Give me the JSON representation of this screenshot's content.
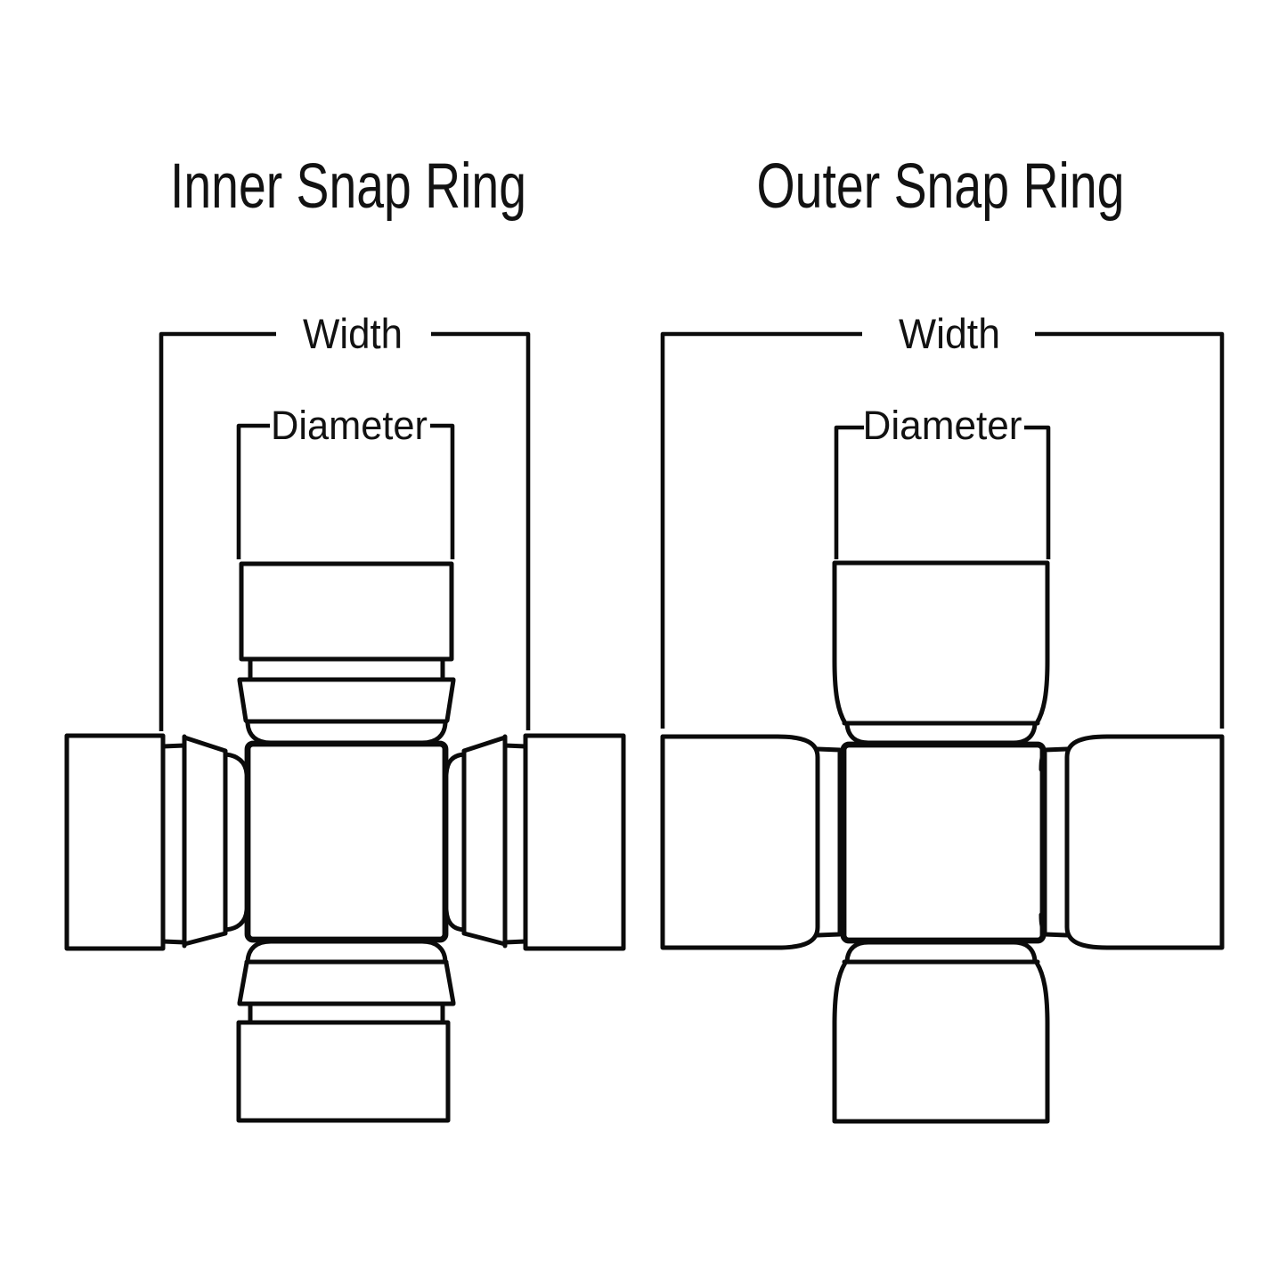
{
  "page": {
    "background_color": "#ffffff",
    "line_color": "#0b0b0b",
    "text_color": "#121212"
  },
  "diagrams": [
    {
      "id": "inner",
      "title": "Inner Snap Ring",
      "width_label": "Width",
      "diameter_label": "Diameter"
    },
    {
      "id": "outer",
      "title": "Outer Snap Ring",
      "width_label": "Width",
      "diameter_label": "Diameter"
    }
  ]
}
